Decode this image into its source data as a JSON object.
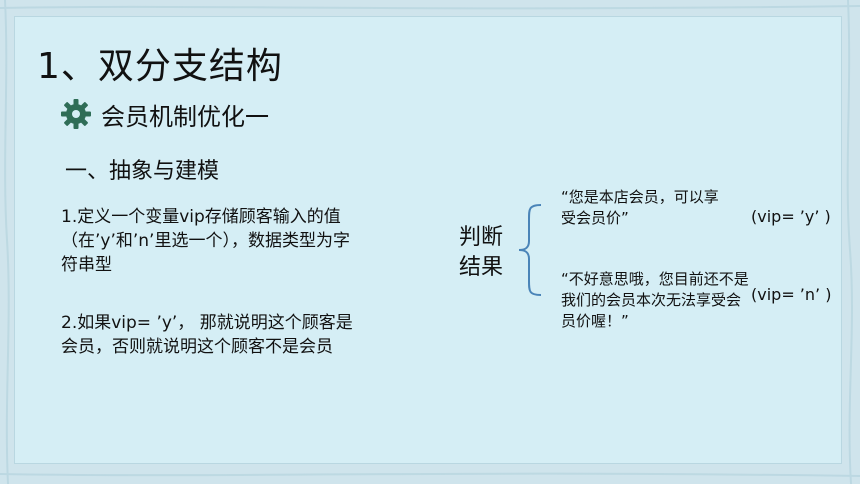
{
  "slide": {
    "title": "1、双分支结构",
    "subtitle": "会员机制优化一",
    "section": "一、抽象与建模",
    "para1": "1.定义一个变量vip存储顾客输入的值（在’y’和’n’里选一个），数据类型为字符串型",
    "para2": "2.如果vip= ’y’， 那就说明这个顾客是会员，否则就说明这个顾客不是会员",
    "judge_label": "判断结果",
    "result1": "“您是本店会员，可以享受会员价”",
    "condition1": "(vip= ’y’ )",
    "result2": "“不好意思哦，您目前还不是我们的会员本次无法享受会员价喔！”",
    "condition2": "(vip= ’n’ )"
  },
  "colors": {
    "background": "#cfe4ec",
    "panel": "#d5eef5",
    "gear_icon": "#2f6d57",
    "brace": "#4a84b8"
  },
  "icons": {
    "subtitle_icon": "gear-icon"
  }
}
